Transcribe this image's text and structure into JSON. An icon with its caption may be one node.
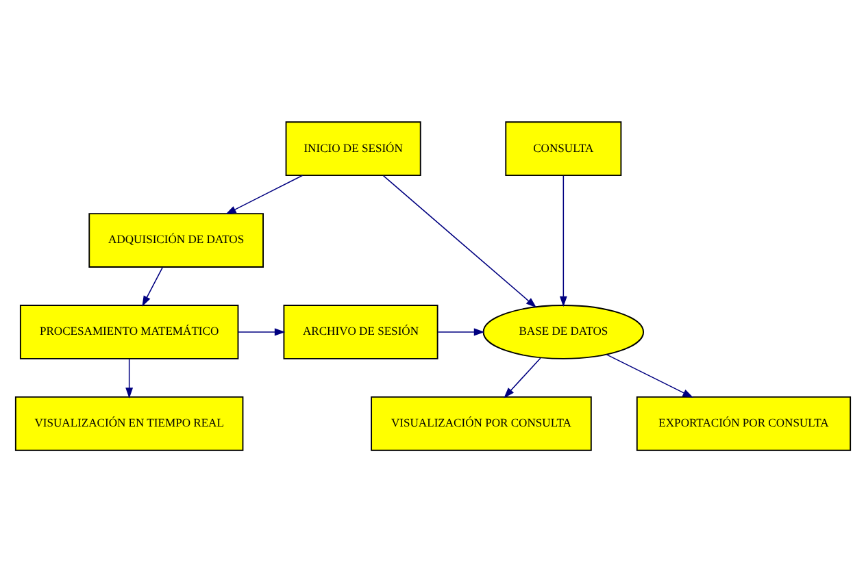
{
  "diagram": {
    "nodes": [
      {
        "text": [
          "INICIO DE SESIÓN"
        ]
      },
      {
        "text": [
          "CONSULTA"
        ]
      },
      {
        "text": [
          "ADQUISICIÓN DE DATOS"
        ]
      },
      {
        "text": [
          "PROCESAMIENTO MATEMÁTICO"
        ]
      },
      {
        "text": [
          "ARCHIVO DE SESIÓN"
        ]
      },
      {
        "text": [
          "BASE DE DATOS"
        ]
      },
      {
        "text": [
          "VISUALIZACIÓN EN TIEMPO REAL"
        ]
      },
      {
        "text": [
          "VISUALIZACIÓN POR CONSULTA"
        ]
      },
      {
        "text": [
          "EXPORTACIÓN POR CONSULTA"
        ]
      }
    ],
    "edges": [
      {
        "from": 0,
        "to": 2,
        "arrow": "to"
      },
      {
        "from": 0,
        "to": 5,
        "arrow": "to"
      },
      {
        "from": 1,
        "to": 5,
        "arrow": "to"
      },
      {
        "from": 2,
        "to": 3,
        "arrow": "to"
      },
      {
        "from": 3,
        "to": 4,
        "arrow": "to"
      },
      {
        "from": 4,
        "to": 5,
        "arrow": "to"
      },
      {
        "from": 3,
        "to": 6,
        "arrow": "to"
      },
      {
        "from": 5,
        "to": 7,
        "arrow": "to"
      },
      {
        "from": 5,
        "to": 8,
        "arrow": "to"
      }
    ]
  }
}
